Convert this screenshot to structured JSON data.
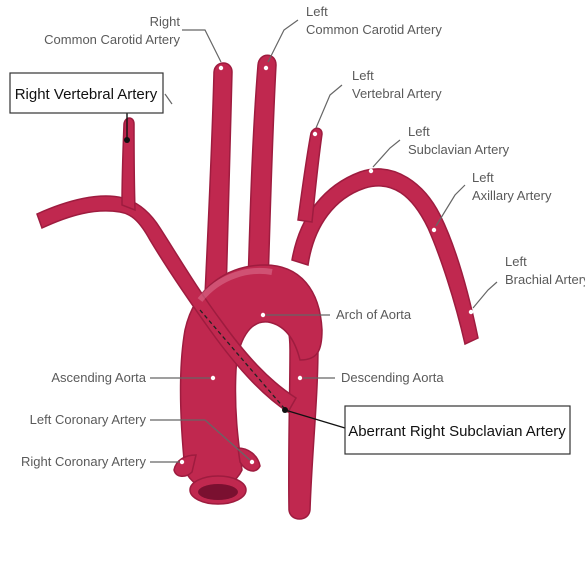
{
  "colors": {
    "artery": "#c0284f",
    "artery_shade": "#9e1c3f",
    "label_text": "#5a5a5a",
    "box_border": "#333333"
  },
  "labels": {
    "right_common_carotid_line1": "Right",
    "right_common_carotid_line2": "Common Carotid Artery",
    "left_common_carotid_line1": "Left",
    "left_common_carotid_line2": "Common Carotid Artery",
    "left_vertebral_line1": "Left",
    "left_vertebral_line2": "Vertebral Artery",
    "left_subclavian_line1": "Left",
    "left_subclavian_line2": "Subclavian Artery",
    "left_axillary_line1": "Left",
    "left_axillary_line2": "Axillary Artery",
    "left_brachial_line1": "Left",
    "left_brachial_line2": "Brachial Artery",
    "arch_of_aorta": "Arch of Aorta",
    "ascending_aorta": "Ascending Aorta",
    "descending_aorta": "Descending Aorta",
    "left_coronary": "Left Coronary Artery",
    "right_coronary": "Right Coronary Artery",
    "right_vertebral_boxed": "Right Vertebral Artery",
    "aberrant_right_subclavian_boxed": "Aberrant Right Subclavian Artery"
  }
}
